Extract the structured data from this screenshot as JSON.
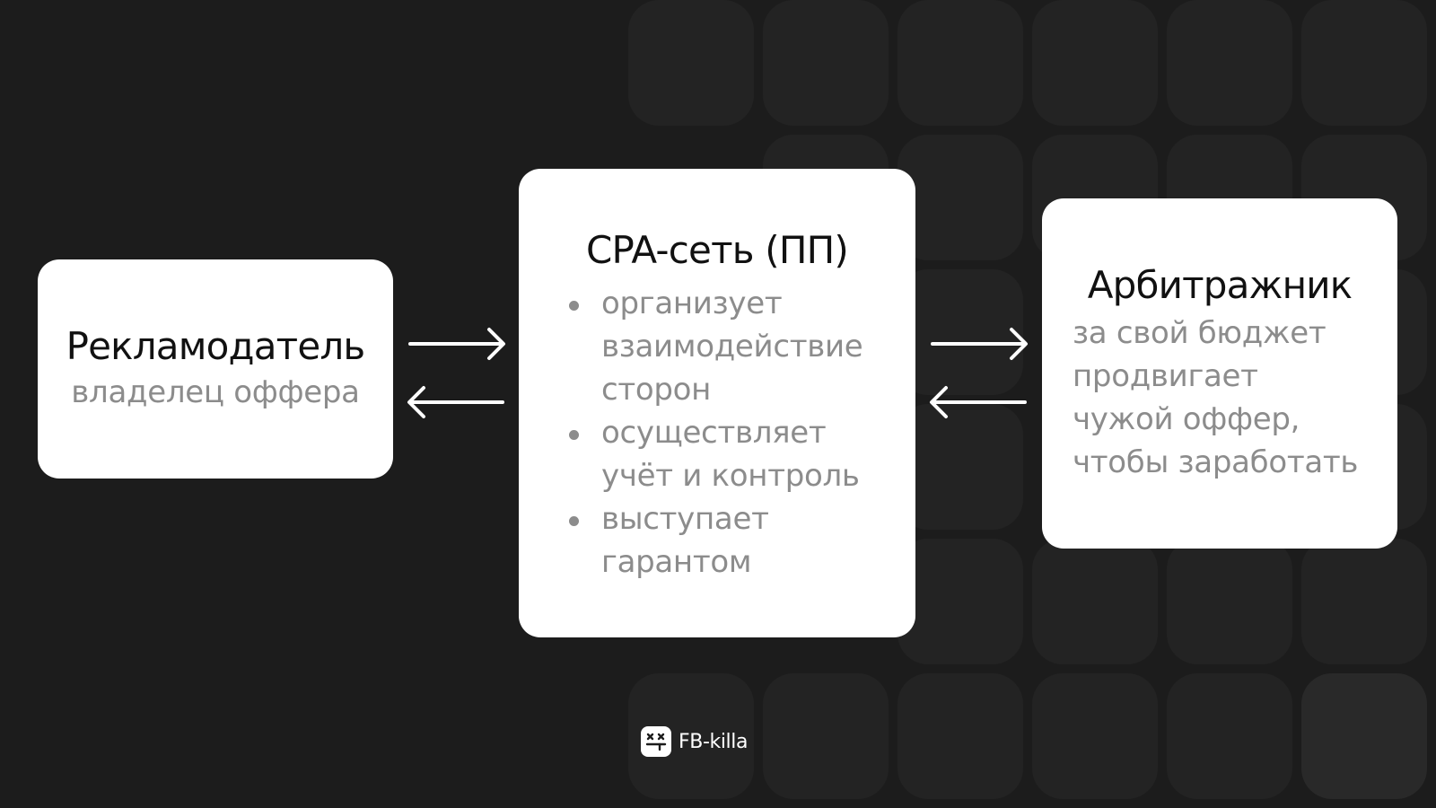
{
  "diagram": {
    "advertiser": {
      "title": "Рекламодатель",
      "subtitle": "владелец оффера"
    },
    "network": {
      "title": "CPA-сеть (ПП)",
      "bullets": [
        {
          "lines": [
            "организует",
            "взаимодействие",
            "сторон"
          ]
        },
        {
          "lines": [
            "осуществляет",
            "учёт и контроль"
          ]
        },
        {
          "lines": [
            "выступает",
            "гарантом"
          ]
        }
      ]
    },
    "affiliate": {
      "title": "Арбитражник",
      "lines": [
        "за свой бюджет",
        "продвигает",
        "чужой оффер,",
        "чтобы заработать"
      ]
    }
  },
  "logo": {
    "text": "FB-killa",
    "icon": "dead-face-icon"
  },
  "colors": {
    "background": "#1c1c1c",
    "tile": "#232323",
    "box": "#ffffff",
    "title_text": "#111111",
    "secondary_text": "#8c8c8c",
    "arrow": "#ffffff"
  }
}
